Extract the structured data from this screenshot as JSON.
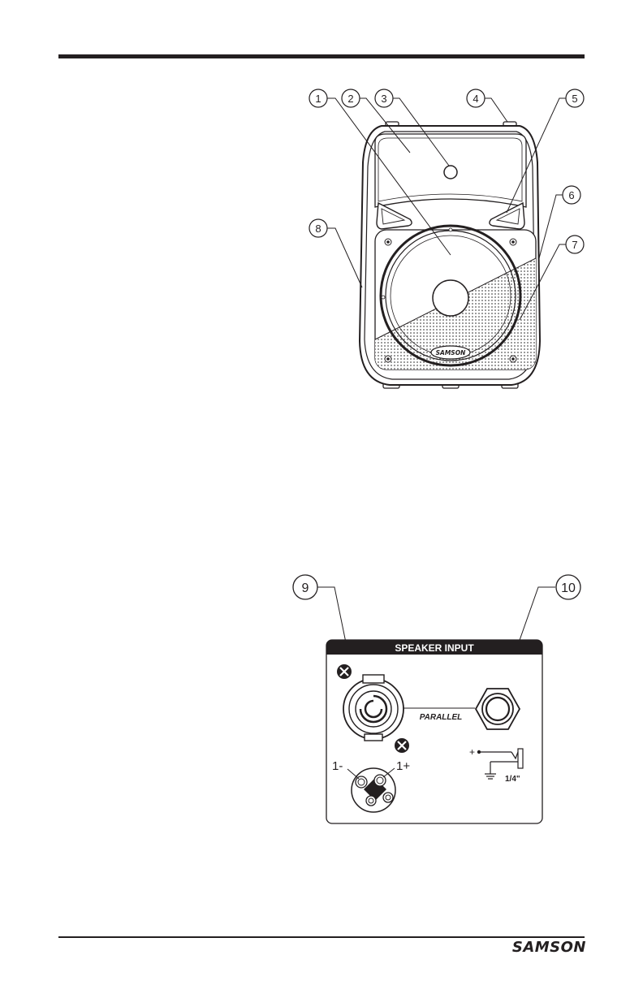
{
  "speaker_diagram": {
    "callouts": [
      "1",
      "2",
      "3",
      "4",
      "5",
      "6",
      "7",
      "8"
    ],
    "logo_text": "SAMSON"
  },
  "input_panel": {
    "callouts": [
      "9",
      "10"
    ],
    "header": "SPEAKER INPUT",
    "parallel_label": "PARALLEL",
    "pin_minus_label": "1-",
    "pin_plus_label": "1+",
    "jack_label": "1/4\"",
    "plus_symbol": "+"
  },
  "footer": {
    "brand": "SAMSON"
  }
}
